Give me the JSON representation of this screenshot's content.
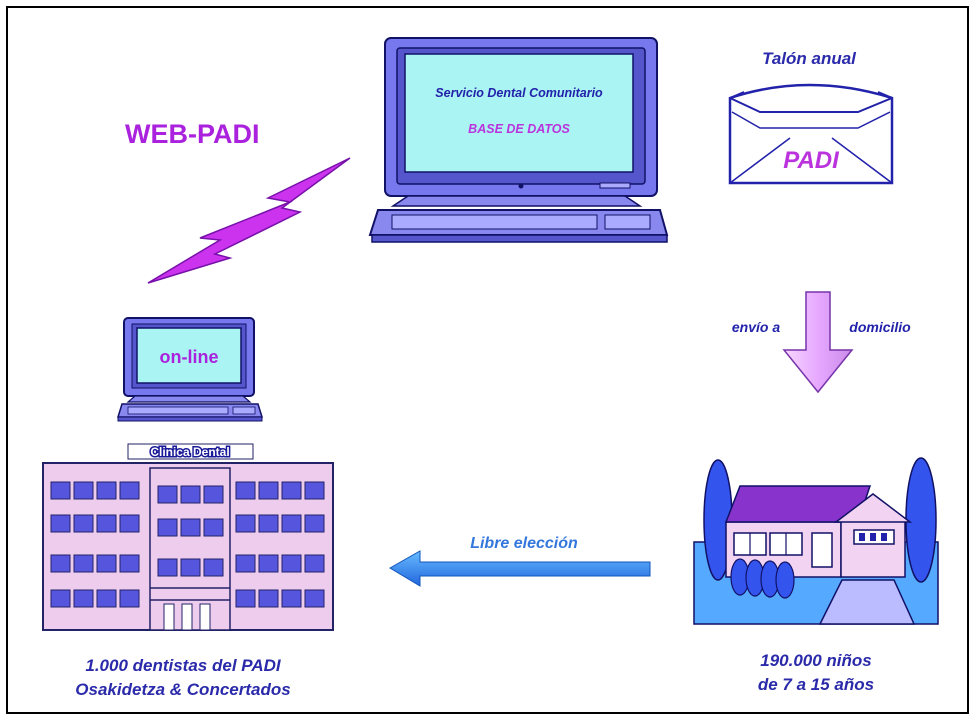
{
  "title": "WEB-PADI",
  "server_screen": {
    "line1": "Servicio Dental Comunitario",
    "line2": "BASE DE DATOS"
  },
  "voucher": {
    "caption": "Talón anual",
    "label": "PADI"
  },
  "delivery": {
    "left": "envío a",
    "right": "domicilio"
  },
  "clinic_terminal": {
    "label": "on-line"
  },
  "clinic": {
    "sign": "Clinica Dental",
    "caption_line1": "1.000 dentistas del PADI",
    "caption_line2": "Osakidetza & Concertados"
  },
  "choice": {
    "label": "Libre elección"
  },
  "homes": {
    "caption_line1": "190.000 niños",
    "caption_line2": "de 7 a 15 años"
  },
  "colors": {
    "magenta": "#cc33ee",
    "purple_text": "#9922bb",
    "navy_text": "#1a1a99",
    "monitor_blue": "#6666ee",
    "screen_cyan": "#aaf4f4",
    "building_pink": "#eeccee",
    "window_blue": "#5555dd",
    "arrow_blue": "#3388ee",
    "house_roof": "#8833cc",
    "ground_blue": "#55aaff"
  }
}
